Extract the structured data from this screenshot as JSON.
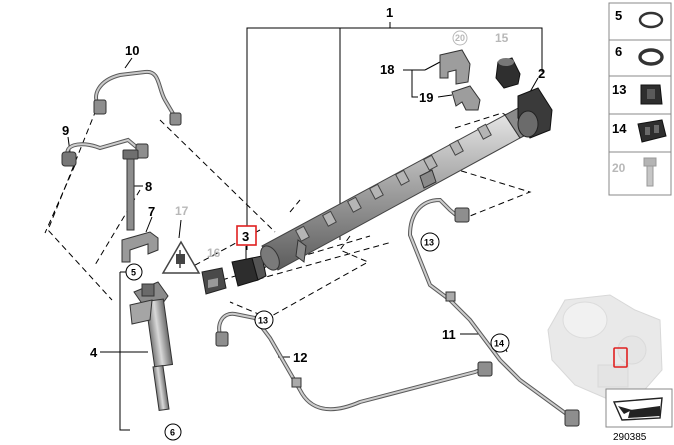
{
  "callouts": {
    "n1": "1",
    "n2": "2",
    "n3": "3",
    "n4": "4",
    "n5": "5",
    "n6": "6",
    "n7": "7",
    "n8": "8",
    "n9": "9",
    "n10": "10",
    "n11": "11",
    "n12": "12",
    "n13a": "13",
    "n13b": "13",
    "n14": "14",
    "n15": "15",
    "n16": "16",
    "n17": "17",
    "n18": "18",
    "n19": "19",
    "n20": "20"
  },
  "legend": {
    "items": [
      {
        "num": "5"
      },
      {
        "num": "6"
      },
      {
        "num": "13"
      },
      {
        "num": "14"
      },
      {
        "num": "20"
      }
    ]
  },
  "reference_number": "290385",
  "colors": {
    "highlight": "#e02020",
    "part_grey": "#a9a9a9",
    "ghost_grey": "#d0d0d0"
  }
}
